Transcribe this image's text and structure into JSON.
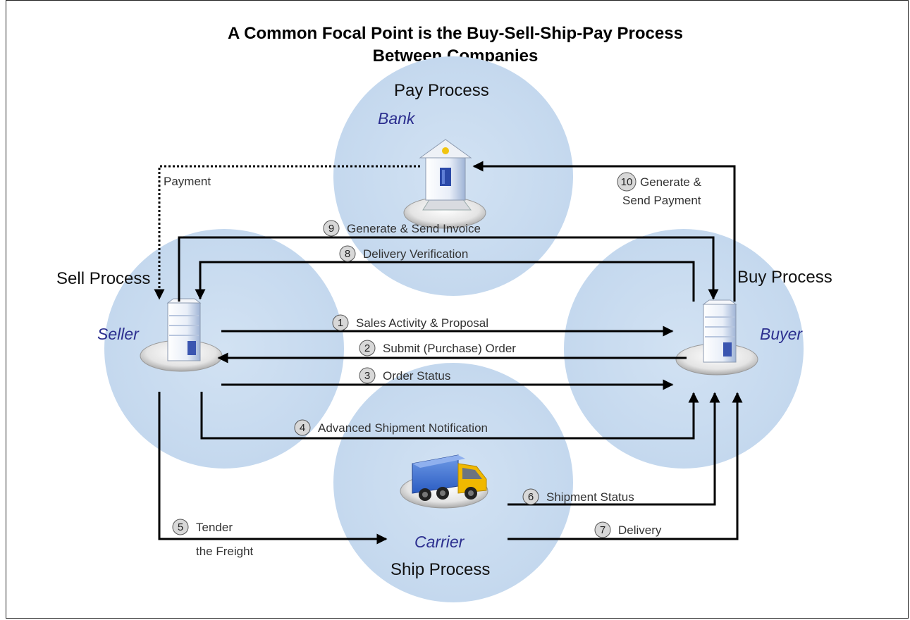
{
  "title": {
    "line1": "A Common Focal Point is the Buy-Sell-Ship-Pay Process",
    "line2": "Between Companies"
  },
  "processes": {
    "pay": "Pay Process",
    "sell": "Sell Process",
    "buy": "Buy Process",
    "ship": "Ship Process"
  },
  "entities": {
    "bank": "Bank",
    "seller": "Seller",
    "buyer": "Buyer",
    "carrier": "Carrier"
  },
  "payment_label": "Payment",
  "steps": [
    {
      "num": "1",
      "label": "Sales Activity & Proposal"
    },
    {
      "num": "2",
      "label": "Submit (Purchase) Order"
    },
    {
      "num": "3",
      "label": "Order Status"
    },
    {
      "num": "4",
      "label": "Advanced Shipment Notification"
    },
    {
      "num": "5",
      "label": "Tender",
      "label2": "the Freight"
    },
    {
      "num": "6",
      "label": "Shipment Status"
    },
    {
      "num": "7",
      "label": "Delivery"
    },
    {
      "num": "8",
      "label": "Delivery Verification"
    },
    {
      "num": "9",
      "label": "Generate & Send Invoice"
    },
    {
      "num": "10",
      "label": "Generate &",
      "label2": "Send Payment"
    }
  ],
  "colors": {
    "circle": "#c9dcf0",
    "entity_text": "#2c2f8f",
    "truck_box": "#3c6fd0",
    "truck_cab": "#f0b800"
  },
  "icons": {
    "bank": "bank-building-icon",
    "seller": "office-building-icon",
    "buyer": "office-building-icon",
    "carrier": "delivery-truck-icon"
  }
}
